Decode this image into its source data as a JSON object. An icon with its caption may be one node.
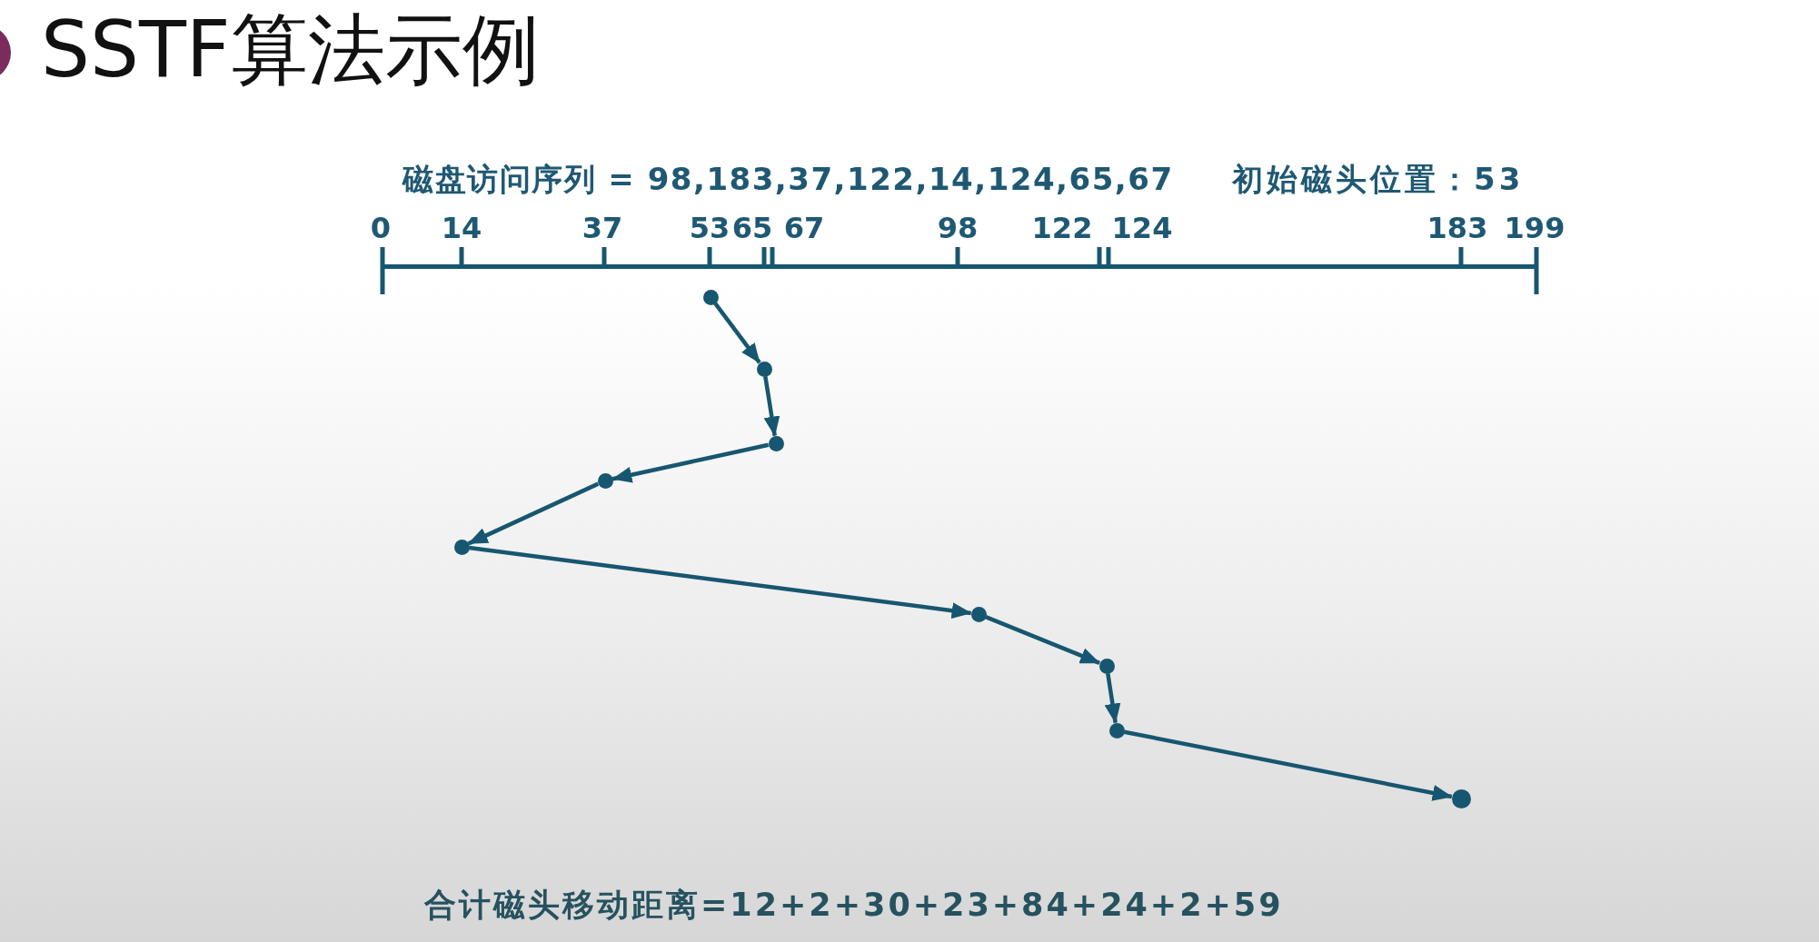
{
  "diagram": {
    "title": "SSTF算法示例",
    "nodes": [
      {
        "text": [],
        "shape": "circle"
      },
      {
        "text": [],
        "shape": "circle"
      },
      {
        "text": [],
        "shape": "circle"
      },
      {
        "text": [],
        "shape": "circle"
      },
      {
        "text": [],
        "shape": "circle"
      },
      {
        "text": [],
        "shape": "circle"
      },
      {
        "text": [],
        "shape": "circle"
      },
      {
        "text": [],
        "shape": "circle"
      },
      {
        "text": [],
        "shape": "circle"
      }
    ],
    "edges": [
      {
        "from": 0,
        "to": 1,
        "arrow": "to"
      },
      {
        "from": 1,
        "to": 2,
        "arrow": "to"
      },
      {
        "from": 2,
        "to": 3,
        "arrow": "to"
      },
      {
        "from": 3,
        "to": 4,
        "arrow": "to"
      },
      {
        "from": 4,
        "to": 5,
        "arrow": "to"
      },
      {
        "from": 5,
        "to": 6,
        "arrow": "to"
      },
      {
        "from": 6,
        "to": 7,
        "arrow": "to"
      },
      {
        "from": 7,
        "to": 8,
        "arrow": "to"
      }
    ],
    "labels": [
      "磁盘访问序列 = 98,183,37,122,14,124,65,67",
      "初始磁头位置：53",
      "0",
      "14",
      "37",
      "53",
      "65",
      "67",
      "98",
      "122",
      "124",
      "183",
      "199",
      "合计磁头移动距离=12+2+30+23+84+24+2+59"
    ]
  }
}
